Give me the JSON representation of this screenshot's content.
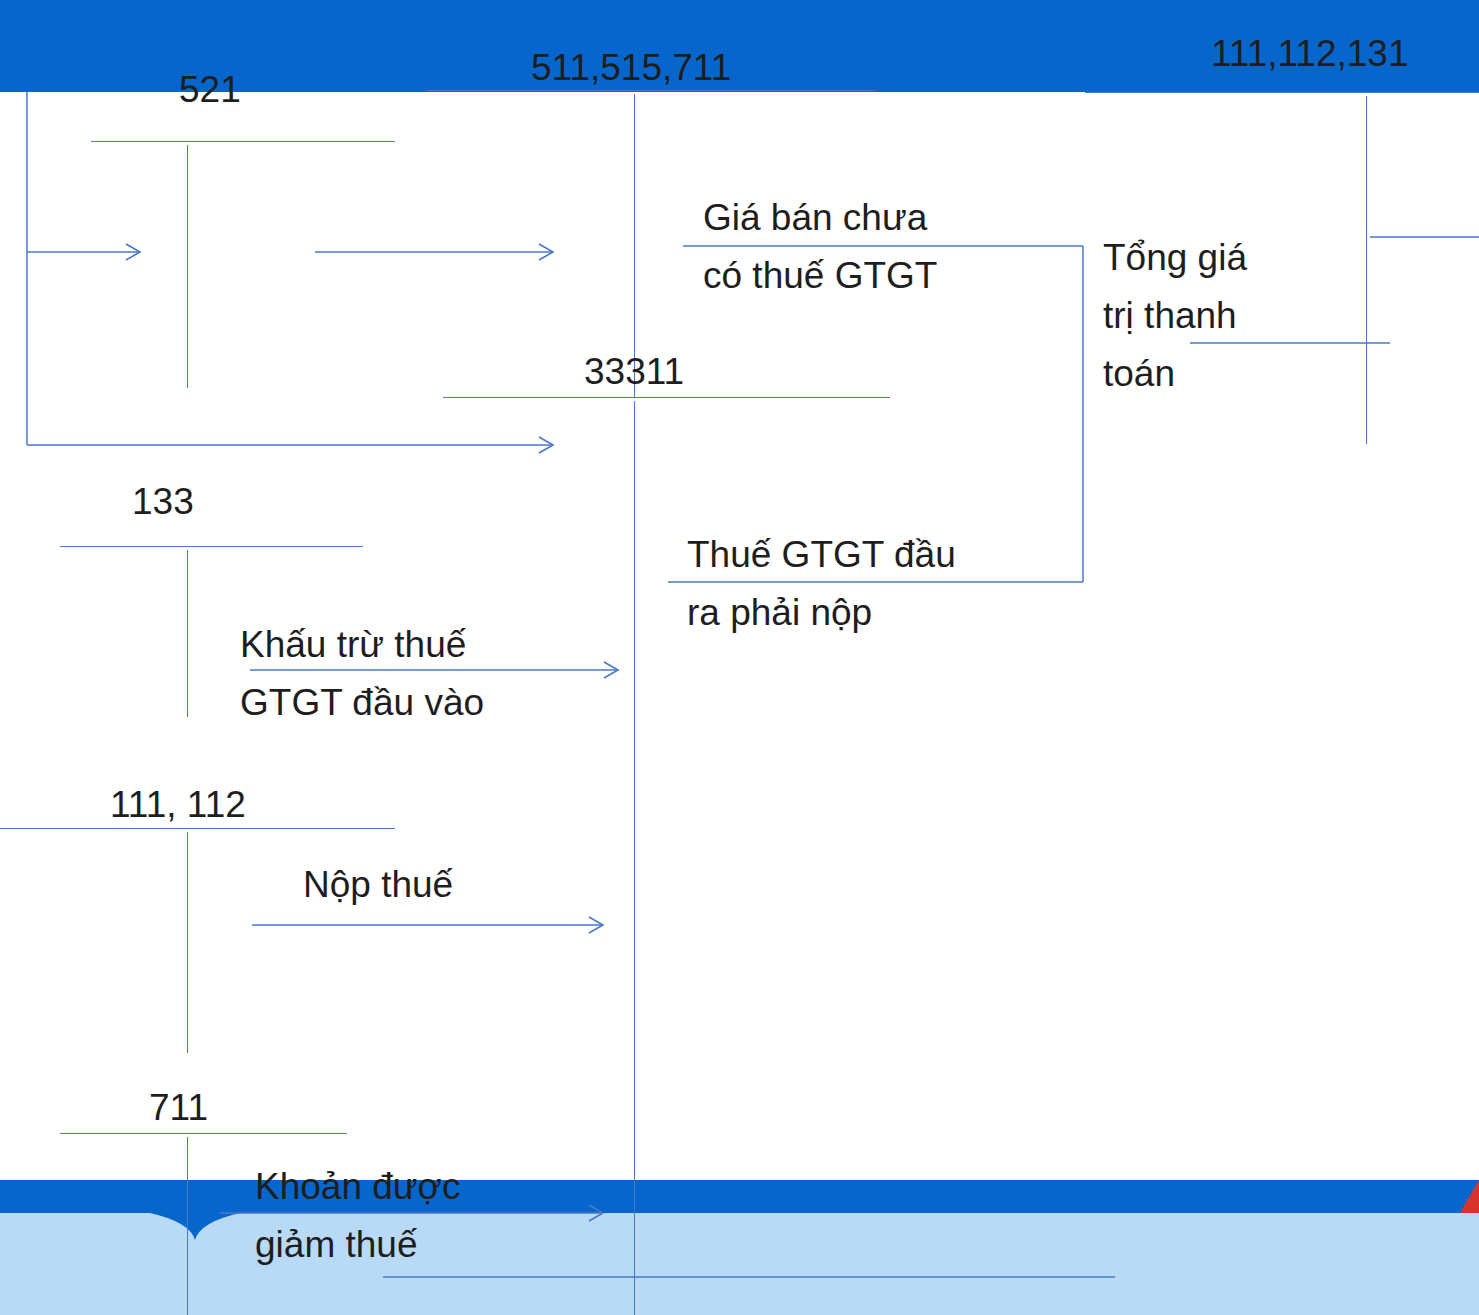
{
  "diagram": {
    "nodes": [
      {
        "text": [
          "521"
        ]
      },
      {
        "text": [
          "511,515,711"
        ]
      },
      {
        "text": [
          "111,112,131"
        ]
      },
      {
        "text": [
          "33311"
        ]
      },
      {
        "text": [
          "133"
        ]
      },
      {
        "text": [
          "111, 112"
        ]
      },
      {
        "text": [
          "711"
        ]
      }
    ],
    "edges": [
      {
        "from": 0,
        "to": 1,
        "arrow": "to"
      },
      {
        "from": 4,
        "to": 3,
        "label": "Khấu trừ thuế GTGT đầu vào",
        "arrow": "to"
      },
      {
        "from": 5,
        "to": 3,
        "label": "Nộp thuế",
        "arrow": "to"
      },
      {
        "from": 6,
        "to": 3,
        "label": "Khoản được giảm thuế",
        "arrow": "to"
      }
    ],
    "labels": [
      "Giá bán chưa có thuế GTGT",
      "Thuế GTGT đầu ra phải nộp",
      "Tổng giá trị thanh toán"
    ]
  }
}
